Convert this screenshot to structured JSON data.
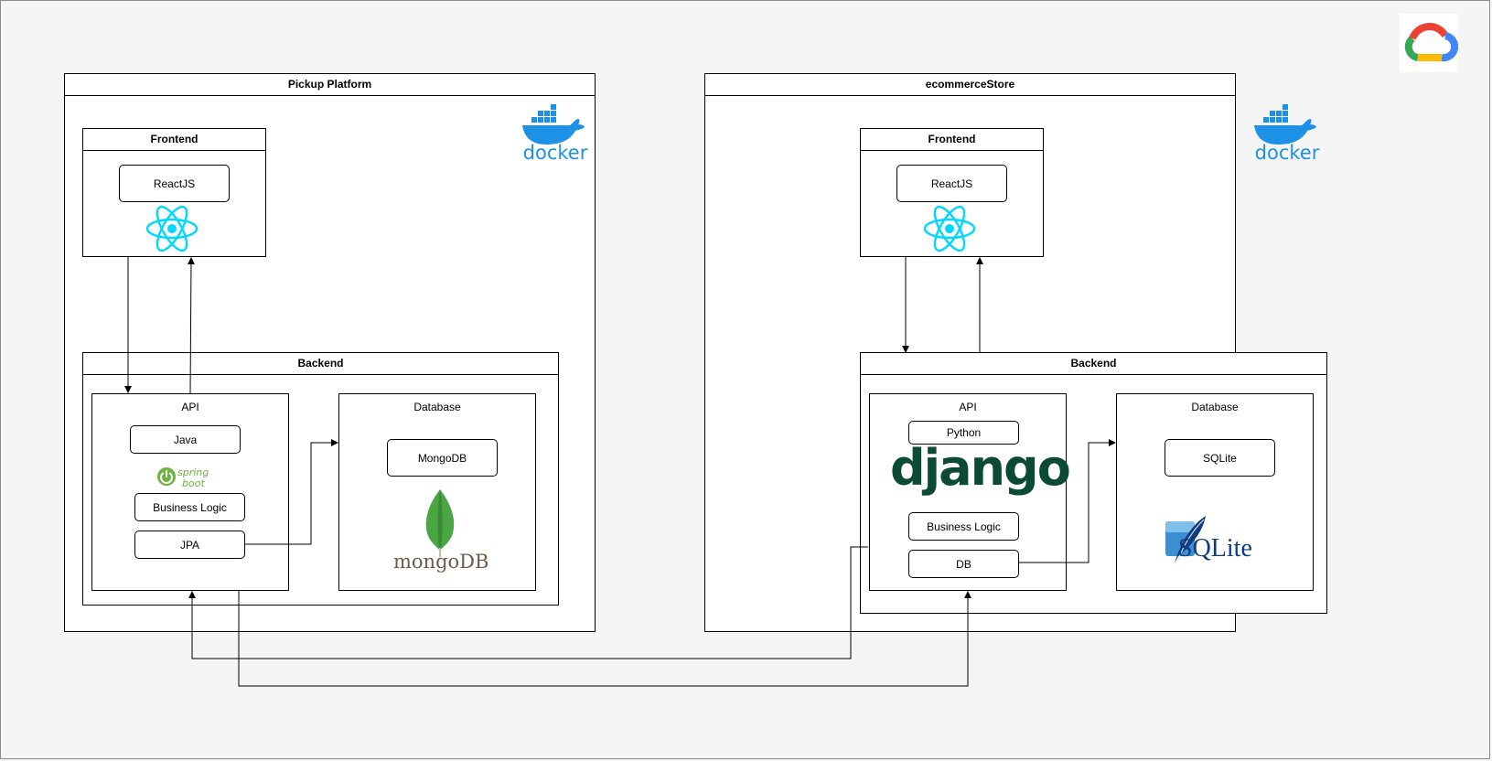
{
  "diagram": {
    "left_group": {
      "title": "Pickup Platform",
      "frontend": {
        "title": "Frontend",
        "framework": "ReactJS"
      },
      "backend": {
        "title": "Backend",
        "api": {
          "title": "API",
          "language": "Java",
          "framework_logo": "spring boot",
          "business_logic": "Business Logic",
          "data_layer": "JPA"
        },
        "database": {
          "title": "Database",
          "engine": "MongoDB",
          "logo_text": "mongoDB"
        }
      },
      "container_logo": "docker"
    },
    "right_group": {
      "title": "ecommerceStore",
      "frontend": {
        "title": "Frontend",
        "framework": "ReactJS"
      },
      "backend": {
        "title": "Backend",
        "api": {
          "title": "API",
          "language": "Python",
          "framework_logo": "django",
          "business_logic": "Business Logic",
          "data_layer": "DB"
        },
        "database": {
          "title": "Database",
          "engine": "SQLite",
          "logo_text": "SQLite"
        }
      },
      "container_logo": "docker"
    },
    "cloud_logo": "google-cloud-icon",
    "colors": {
      "react": "#00d8ff",
      "docker": "#1d91e6",
      "spring": "#6db33f",
      "django": "#0c4b33",
      "mongo_leaf": "#4aa543",
      "sqlite": "#0f3c80"
    }
  }
}
